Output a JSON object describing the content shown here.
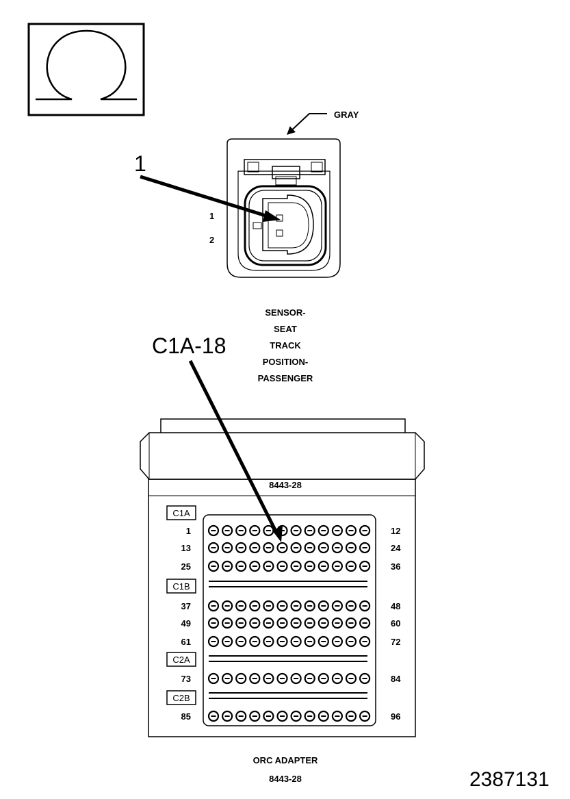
{
  "symbol": {
    "icon": "ohm-icon"
  },
  "connector": {
    "color_label": "GRAY",
    "callout": "1",
    "pins": [
      "1",
      "2"
    ],
    "title_lines": [
      "SENSOR-",
      "SEAT",
      "TRACK",
      "POSITION-",
      "PASSENGER"
    ]
  },
  "probe_callout": "C1A-18",
  "adapter": {
    "part_number": "8443-28",
    "sections": [
      {
        "name": "C1A",
        "rows": [
          {
            "left": "1",
            "right": "12"
          },
          {
            "left": "13",
            "right": "24"
          },
          {
            "left": "25",
            "right": "36"
          }
        ]
      },
      {
        "name": "C1B",
        "rows": [
          {
            "left": "37",
            "right": "48"
          },
          {
            "left": "49",
            "right": "60"
          },
          {
            "left": "61",
            "right": "72"
          }
        ]
      },
      {
        "name": "C2A",
        "rows": [
          {
            "left": "73",
            "right": "84"
          }
        ]
      },
      {
        "name": "C2B",
        "rows": [
          {
            "left": "85",
            "right": "96"
          }
        ]
      }
    ],
    "footer_title": "ORC ADAPTER",
    "footer_part": "8443-28"
  },
  "figure_id": "2387131"
}
